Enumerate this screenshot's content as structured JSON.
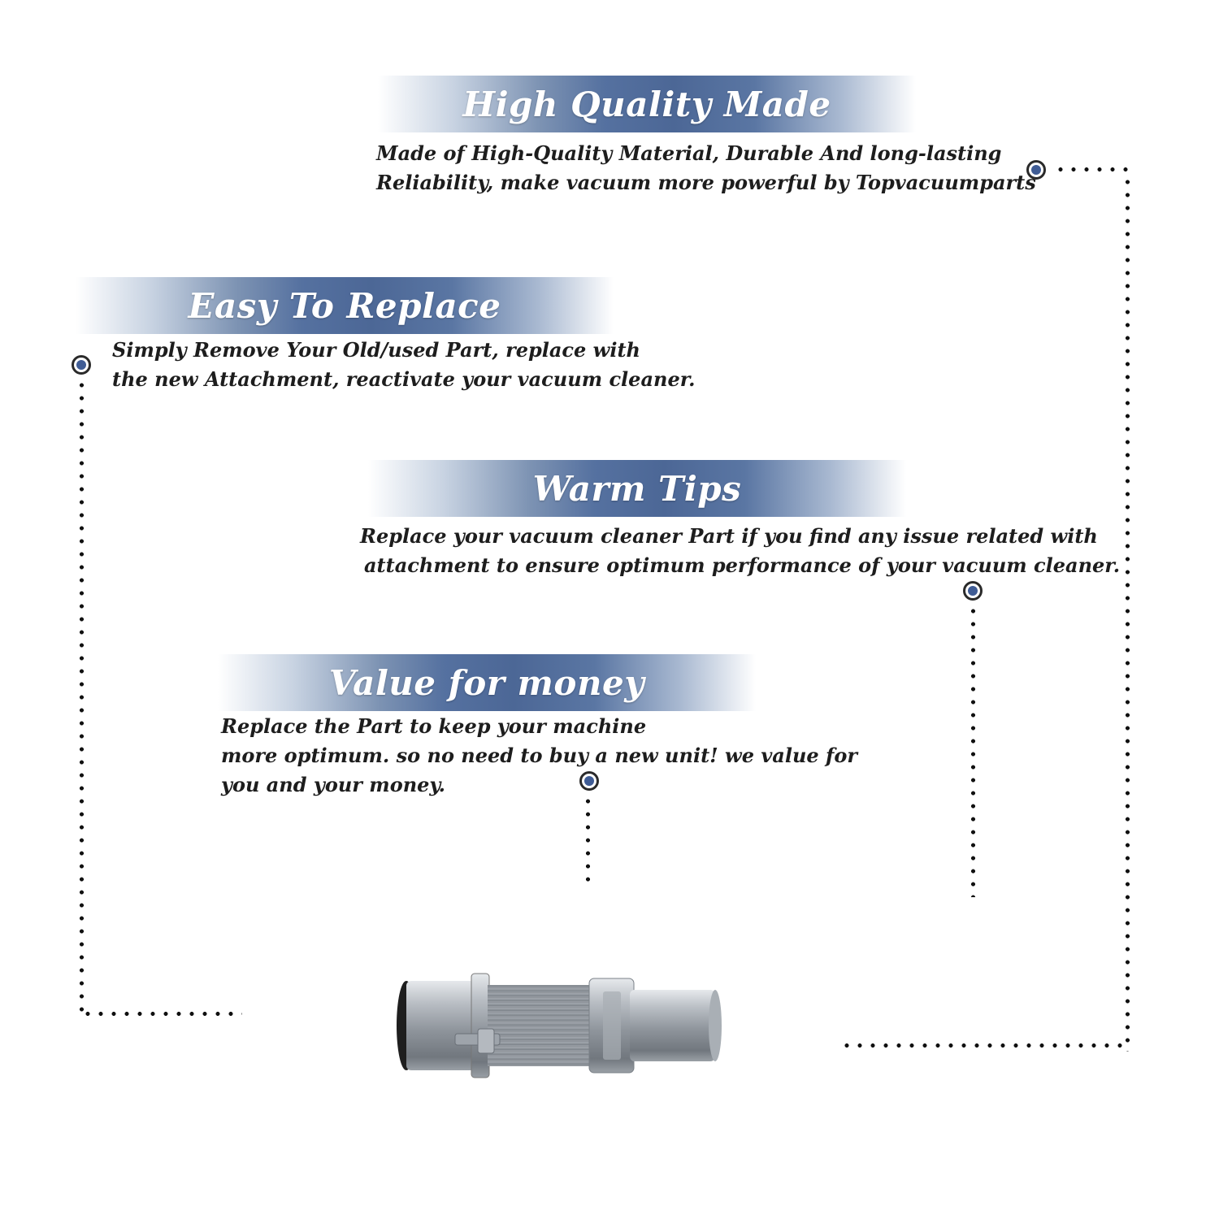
{
  "sections": [
    {
      "title": "High Quality Made",
      "lines": [
        "Made of  High-Quality Material, Durable And long-lasting",
        "Reliability, make vacuum more powerful by Topvacuumparts"
      ]
    },
    {
      "title": "Easy To Replace",
      "lines": [
        "Simply Remove Your Old/used Part, replace with",
        "the new Attachment, reactivate your vacuum cleaner."
      ]
    },
    {
      "title": "Warm Tips",
      "lines": [
        "Replace your vacuum cleaner Part if you find any issue related with",
        "attachment to ensure optimum performance of your vacuum cleaner."
      ]
    },
    {
      "title": "Value for money",
      "lines": [
        "Replace the Part to keep your machine",
        "more optimum. so no need to buy a new unit! we value for",
        "you and your money."
      ]
    }
  ],
  "product": {
    "icon": "vacuum-hose-attachment-icon"
  },
  "colors": {
    "accent": "#4c6796",
    "marker": "#3f5c95",
    "text": "#1d1d1d"
  }
}
